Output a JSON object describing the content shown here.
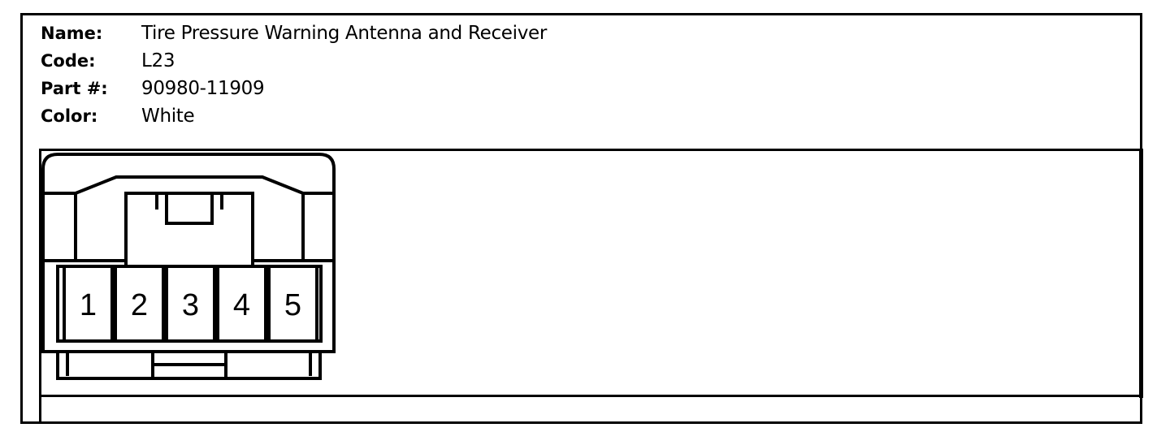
{
  "connector": {
    "name_label": "Name:",
    "name": "Tire Pressure Warning Antenna and Receiver",
    "code_label": "Code:",
    "code": "L23",
    "part_label": "Part #:",
    "part": "90980-11909",
    "color_label": "Color:",
    "color": "White"
  },
  "pins": [
    "1",
    "2",
    "3",
    "4",
    "5"
  ]
}
